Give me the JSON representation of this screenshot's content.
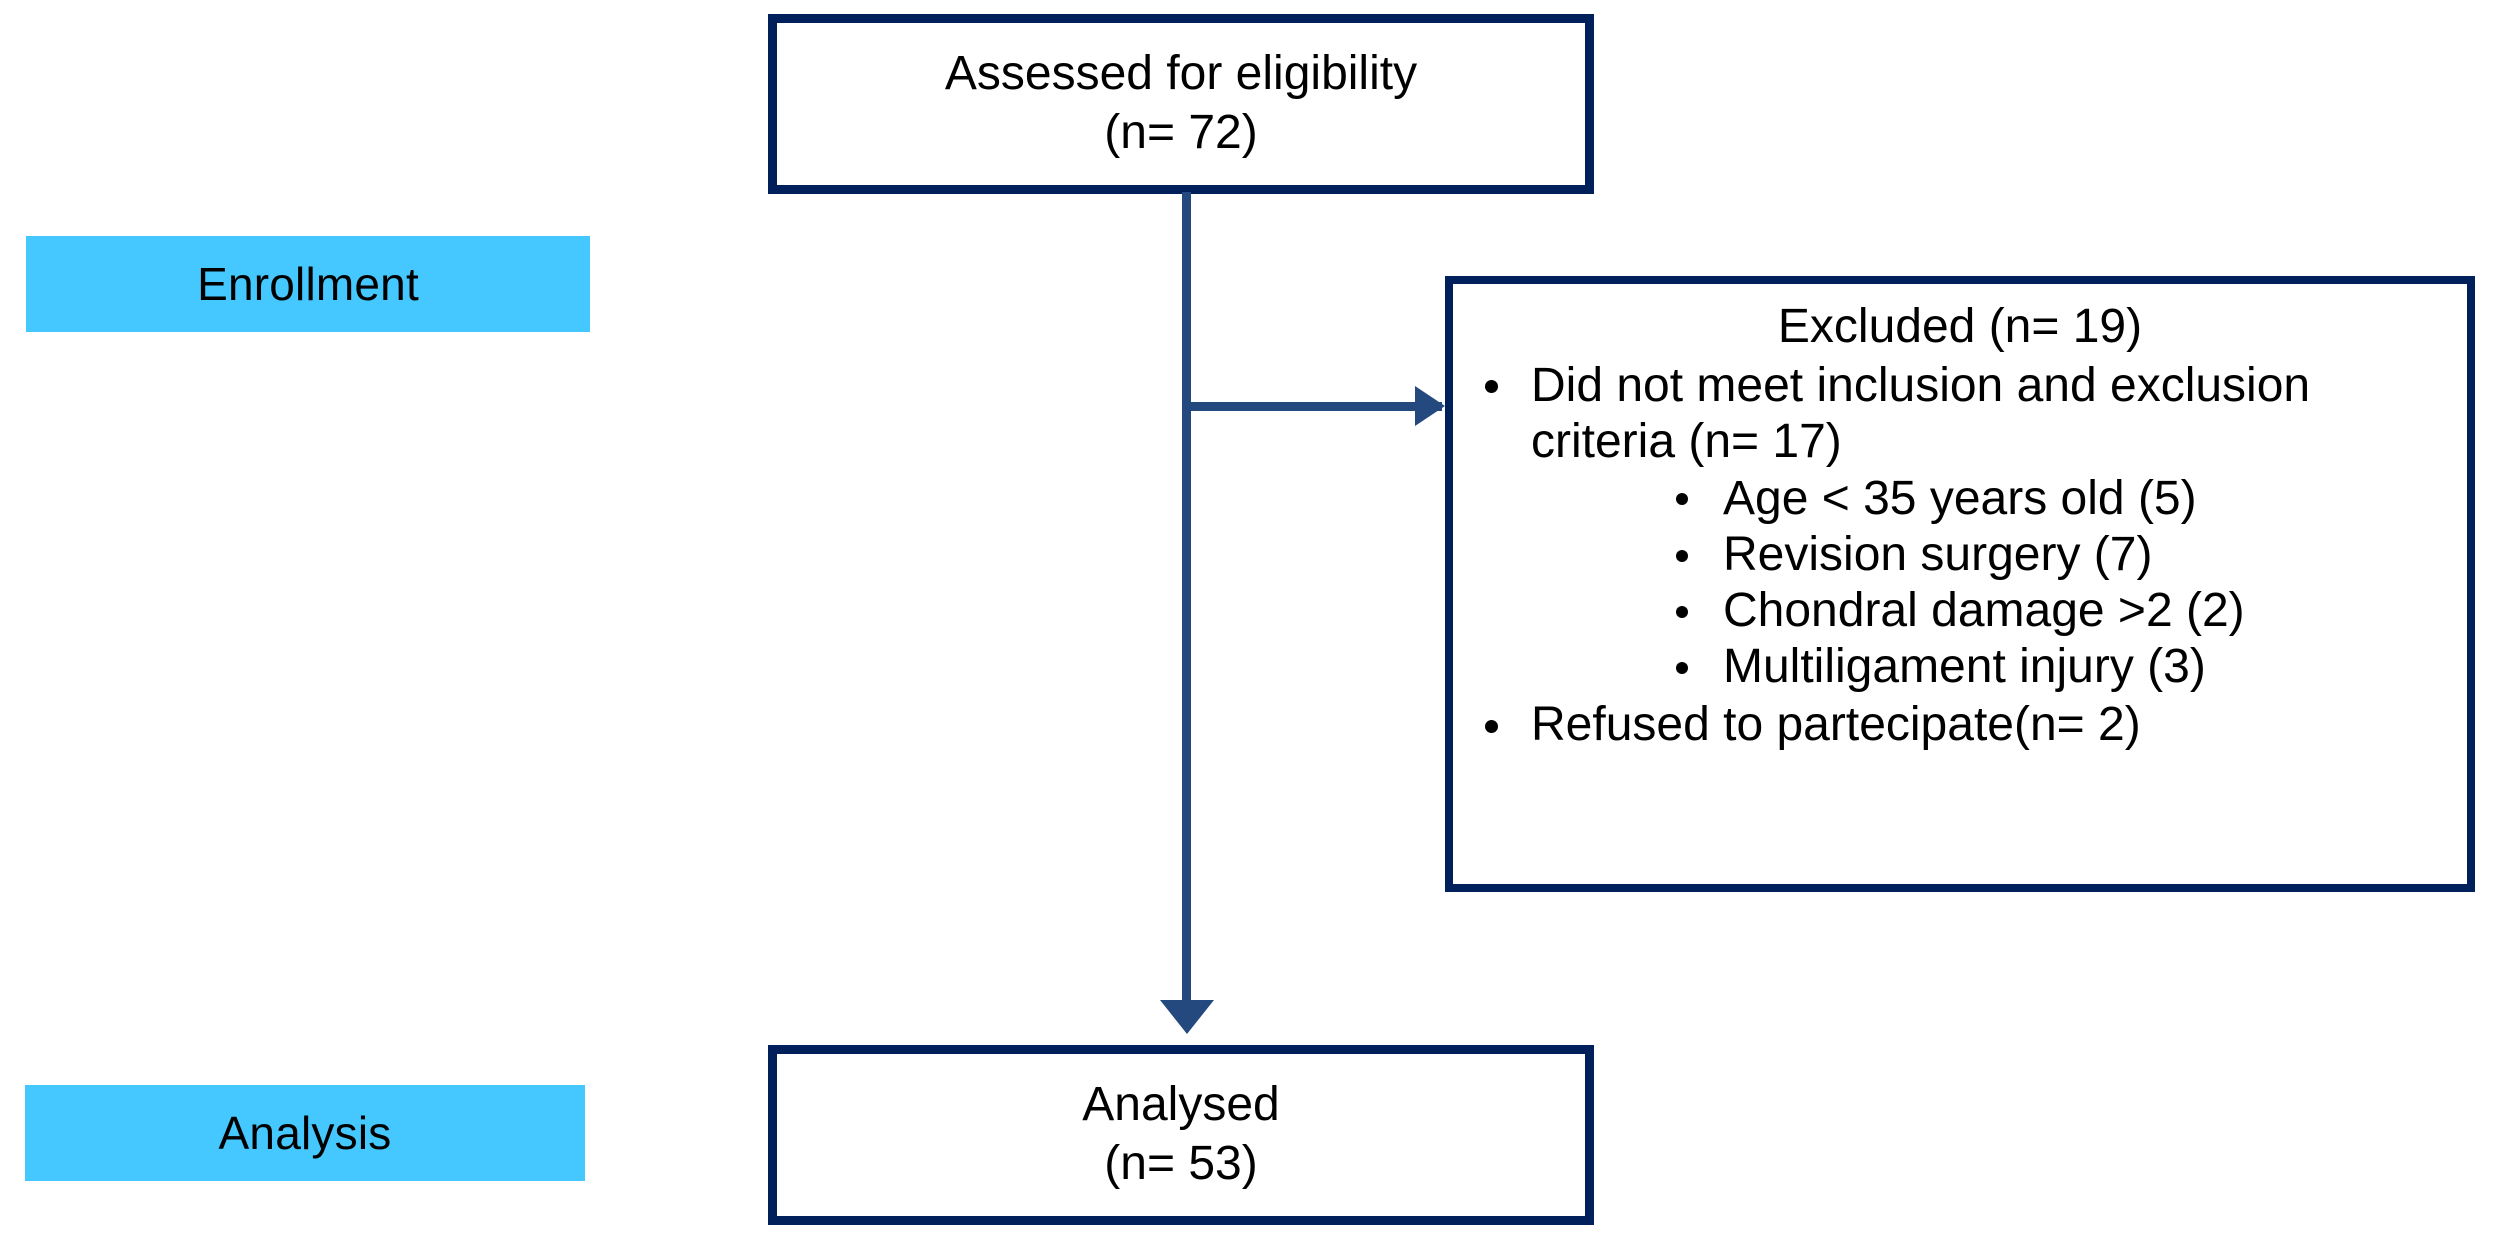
{
  "diagram": {
    "type": "consort-flow-diagram",
    "colors": {
      "banner_fill": "#44C8FF",
      "box_border": "#00205B",
      "connector": "#23497F",
      "text": "#000000",
      "background": "#FFFFFF"
    },
    "stages": [
      {
        "id": "enrollment",
        "label": "Enrollment"
      },
      {
        "id": "analysis",
        "label": "Analysis"
      }
    ],
    "boxes": {
      "assessed": {
        "line1": "Assessed for eligibility",
        "line2": "(n= 72)",
        "n": 72
      },
      "analysed": {
        "line1": "Analysed",
        "line2": "(n= 53)",
        "n": 53
      },
      "excluded": {
        "title": "Excluded (n= 19)",
        "n": 19,
        "items": [
          {
            "label": "Did not meet inclusion and exclusion criteria (n= 17)",
            "n": 17,
            "subitems": [
              {
                "label": "Age < 35 years old (5)",
                "n": 5
              },
              {
                "label": "Revision surgery (7)",
                "n": 7
              },
              {
                "label": "Chondral damage >2 (2)",
                "n": 2
              },
              {
                "label": "Multiligament injury (3)",
                "n": 3
              }
            ]
          },
          {
            "label": "Refused to partecipate(n= 2)",
            "n": 2,
            "subitems": []
          }
        ]
      }
    },
    "connectors": [
      {
        "id": "assessed-to-analysed",
        "from": "assessed",
        "to": "analysed",
        "direction": "down"
      },
      {
        "id": "assessed-to-excluded",
        "from": "assessed",
        "to": "excluded",
        "direction": "right"
      }
    ]
  }
}
